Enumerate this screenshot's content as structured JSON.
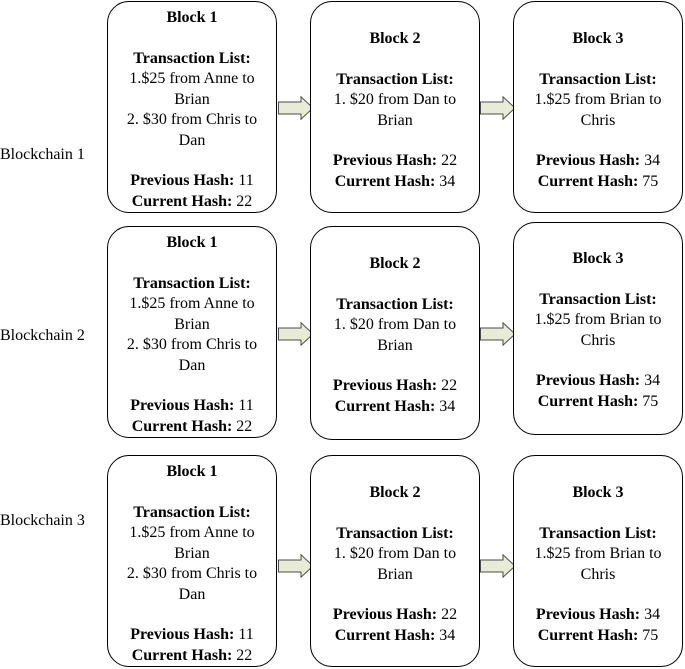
{
  "chains": [
    {
      "label": "Blockchain 1",
      "blocks": [
        {
          "title": "Block 1",
          "tx_label": "Transaction List:",
          "tx_lines": [
            "1.$25 from Anne to",
            "Brian",
            "2. $30 from Chris to",
            "Dan"
          ],
          "prev_label": "Previous Hash:",
          "prev_value": " 11",
          "curr_label": "Current Hash:",
          "curr_value": " 22"
        },
        {
          "title": "Block 2",
          "tx_label": "Transaction List:",
          "tx_lines": [
            "1. $20 from Dan to",
            "Brian"
          ],
          "prev_label": "Previous Hash:",
          "prev_value": " 22",
          "curr_label": "Current Hash:",
          "curr_value": " 34"
        },
        {
          "title": "Block 3",
          "tx_label": "Transaction List:",
          "tx_lines": [
            "1.$25 from Brian to",
            "Chris"
          ],
          "prev_label": "Previous Hash:",
          "prev_value": " 34",
          "curr_label": "Current Hash:",
          "curr_value": " 75"
        }
      ]
    },
    {
      "label": "Blockchain 2",
      "blocks": [
        {
          "title": "Block 1",
          "tx_label": "Transaction List:",
          "tx_lines": [
            "1.$25 from Anne to",
            "Brian",
            "2. $30 from Chris to",
            "Dan"
          ],
          "prev_label": "Previous Hash:",
          "prev_value": " 11",
          "curr_label": "Current Hash:",
          "curr_value": " 22"
        },
        {
          "title": "Block 2",
          "tx_label": "Transaction List:",
          "tx_lines": [
            "1. $20 from Dan to",
            "Brian"
          ],
          "prev_label": "Previous Hash:",
          "prev_value": " 22",
          "curr_label": "Current Hash:",
          "curr_value": " 34"
        },
        {
          "title": "Block 3",
          "tx_label": "Transaction List:",
          "tx_lines": [
            "1.$25 from Brian to",
            "Chris"
          ],
          "prev_label": "Previous Hash:",
          "prev_value": " 34",
          "curr_label": "Current Hash:",
          "curr_value": " 75"
        }
      ]
    },
    {
      "label": "Blockchain 3",
      "blocks": [
        {
          "title": "Block 1",
          "tx_label": "Transaction List:",
          "tx_lines": [
            "1.$25 from Anne to",
            "Brian",
            "2. $30 from Chris to",
            "Dan"
          ],
          "prev_label": "Previous Hash:",
          "prev_value": " 11",
          "curr_label": "Current Hash:",
          "curr_value": " 22"
        },
        {
          "title": "Block 2",
          "tx_label": "Transaction List:",
          "tx_lines": [
            "1. $20 from Dan to",
            "Brian"
          ],
          "prev_label": "Previous Hash:",
          "prev_value": " 22",
          "curr_label": "Current Hash:",
          "curr_value": " 34"
        },
        {
          "title": "Block 3",
          "tx_label": "Transaction List:",
          "tx_lines": [
            "1.$25 from Brian to",
            "Chris"
          ],
          "prev_label": "Previous Hash:",
          "prev_value": " 34",
          "curr_label": "Current Hash:",
          "curr_value": " 75"
        }
      ]
    }
  ],
  "colors": {
    "arrow_fill": "#e8ecd6",
    "arrow_stroke": "#4d4d4d",
    "border": "#000000"
  }
}
